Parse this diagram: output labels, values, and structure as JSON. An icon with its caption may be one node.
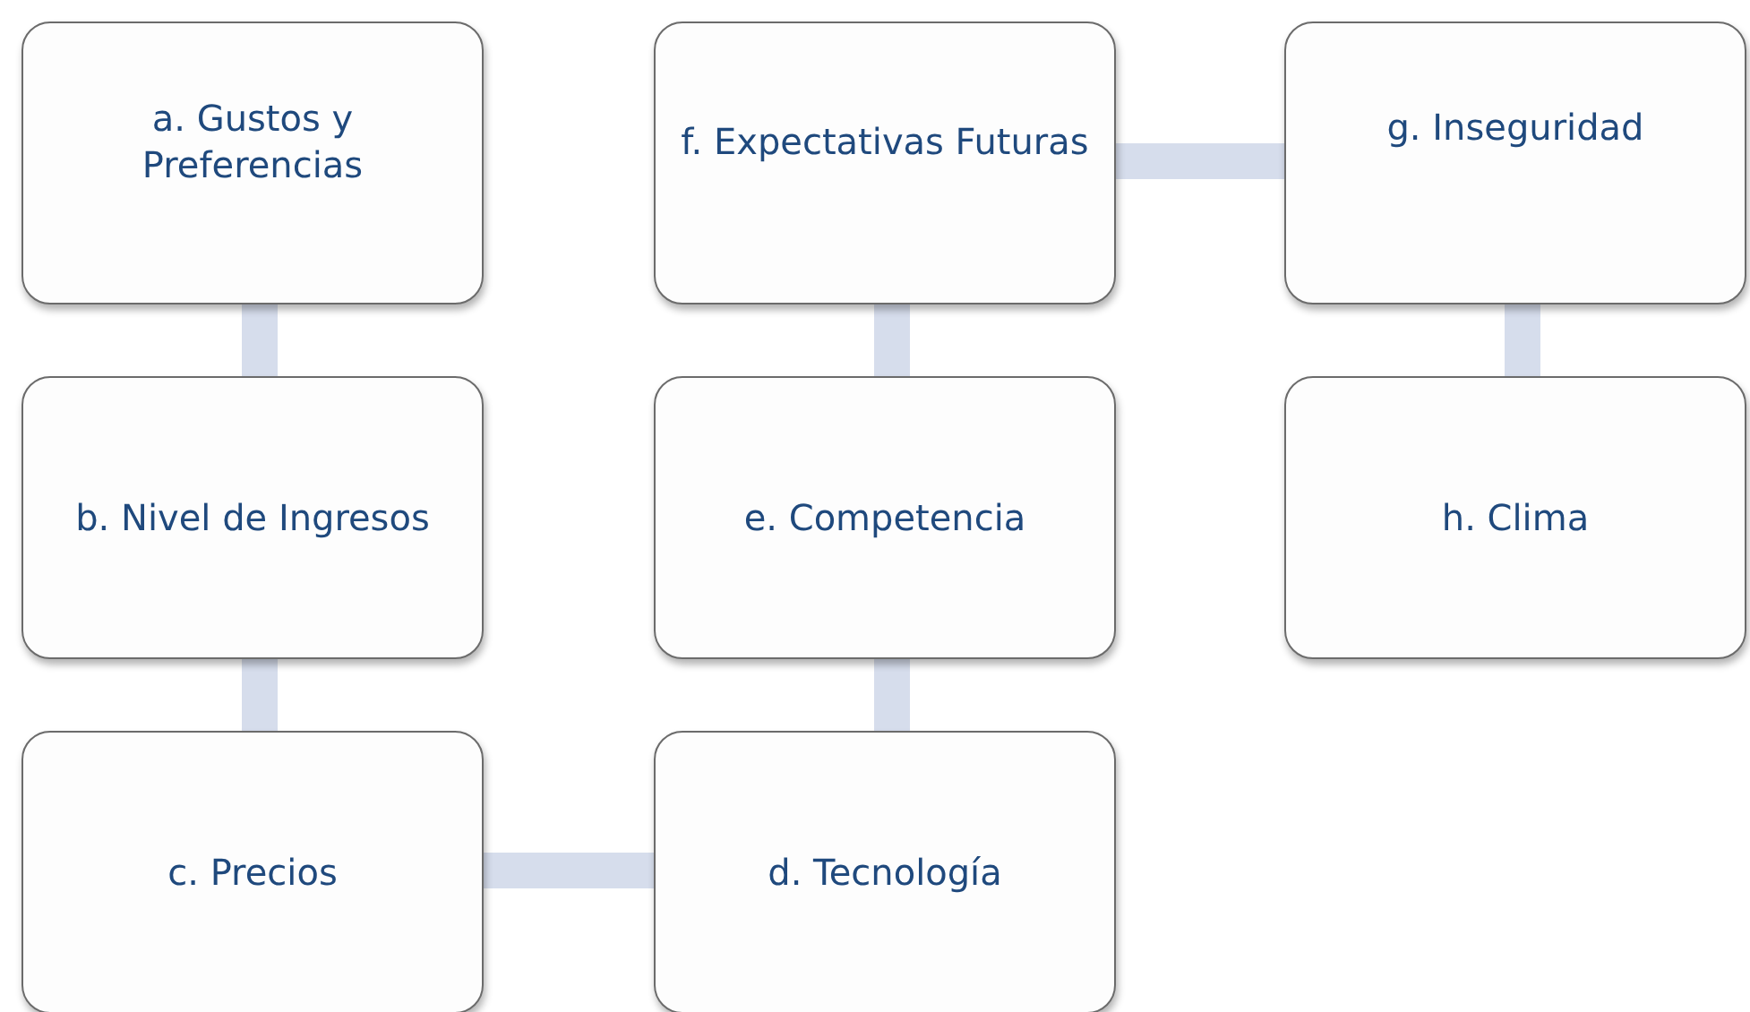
{
  "diagram": {
    "nodes": [
      {
        "text": [
          "a. Gustos y Preferencias"
        ]
      },
      {
        "text": [
          "b. Nivel de Ingresos"
        ]
      },
      {
        "text": [
          "c. Precios"
        ]
      },
      {
        "text": [
          "d. Tecnología"
        ]
      },
      {
        "text": [
          "e. Competencia"
        ]
      },
      {
        "text": [
          "f. Expectativas Futuras"
        ]
      },
      {
        "text": [
          "g. Inseguridad"
        ]
      },
      {
        "text": [
          "h. Clima"
        ]
      }
    ],
    "edges": [
      {
        "from": 0,
        "to": 1,
        "arrow": "none"
      },
      {
        "from": 1,
        "to": 2,
        "arrow": "none"
      },
      {
        "from": 2,
        "to": 3,
        "arrow": "none"
      },
      {
        "from": 3,
        "to": 4,
        "arrow": "none"
      },
      {
        "from": 4,
        "to": 5,
        "arrow": "none"
      },
      {
        "from": 5,
        "to": 6,
        "arrow": "none"
      },
      {
        "from": 6,
        "to": 7,
        "arrow": "none"
      }
    ]
  }
}
